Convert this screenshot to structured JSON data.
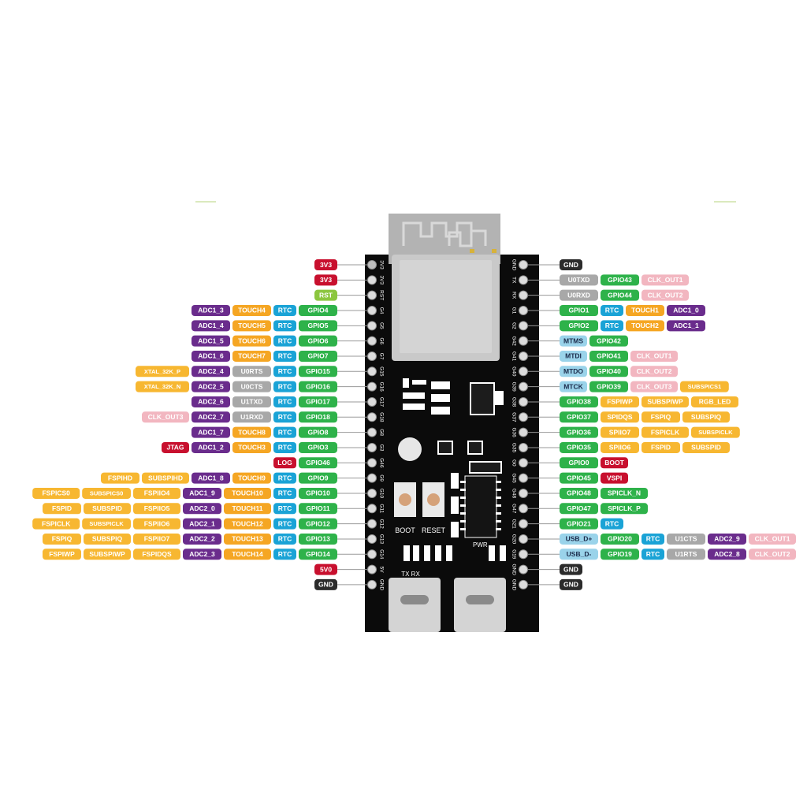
{
  "colors": {
    "purple": "#6a2c8c",
    "orange": "#f5a623",
    "blue": "#1aa3d6",
    "green": "#2eb24a",
    "grey": "#a6a6a6",
    "lightblue": "#9ad3ea",
    "pink": "#f2b6c0",
    "yellow": "#f7b731",
    "red": "#c8102e",
    "lime": "#8cc63f",
    "black": "#2b2b2b",
    "board": "#0b0b0b",
    "module": "#c9c9c9",
    "pin": "#d9d9d9"
  },
  "board": {
    "silk_left": [
      "3V3",
      "3V3",
      "RST",
      "G4",
      "G5",
      "G6",
      "G7",
      "G15",
      "G16",
      "G17",
      "G18",
      "G8",
      "G3",
      "G46",
      "G9",
      "G10",
      "G11",
      "G12",
      "G13",
      "G14",
      "5V",
      "GND"
    ],
    "silk_right": [
      "GND",
      "TX",
      "RX",
      "G1",
      "G2",
      "G42",
      "G41",
      "G40",
      "G39",
      "G38",
      "G37",
      "G36",
      "G35",
      "G0",
      "G45",
      "G48",
      "G47",
      "G21",
      "G20",
      "G19",
      "GND",
      "GND"
    ],
    "boot_label": "BOOT",
    "reset_label": "RESET",
    "pwr_label": "PWR",
    "txrx_label": "TX RX"
  },
  "left_rows": [
    [
      [
        "3V3",
        "red"
      ]
    ],
    [
      [
        "3V3",
        "red"
      ]
    ],
    [
      [
        "RST",
        "lime"
      ]
    ],
    [
      [
        "GPIO4",
        "green"
      ],
      [
        "RTC",
        "blue"
      ],
      [
        "TOUCH4",
        "orange"
      ],
      [
        "ADC1_3",
        "purple"
      ]
    ],
    [
      [
        "GPIO5",
        "green"
      ],
      [
        "RTC",
        "blue"
      ],
      [
        "TOUCH5",
        "orange"
      ],
      [
        "ADC1_4",
        "purple"
      ]
    ],
    [
      [
        "GPIO6",
        "green"
      ],
      [
        "RTC",
        "blue"
      ],
      [
        "TOUCH6",
        "orange"
      ],
      [
        "ADC1_5",
        "purple"
      ]
    ],
    [
      [
        "GPIO7",
        "green"
      ],
      [
        "RTC",
        "blue"
      ],
      [
        "TOUCH7",
        "orange"
      ],
      [
        "ADC1_6",
        "purple"
      ]
    ],
    [
      [
        "GPIO15",
        "green"
      ],
      [
        "RTC",
        "blue"
      ],
      [
        "U0RTS",
        "grey"
      ],
      [
        "ADC2_4",
        "purple"
      ],
      [
        "XTAL_32K_P",
        "yellow"
      ]
    ],
    [
      [
        "GPIO16",
        "green"
      ],
      [
        "RTC",
        "blue"
      ],
      [
        "U0CTS",
        "grey"
      ],
      [
        "ADC2_5",
        "purple"
      ],
      [
        "XTAL_32K_N",
        "yellow"
      ]
    ],
    [
      [
        "GPIO17",
        "green"
      ],
      [
        "RTC",
        "blue"
      ],
      [
        "U1TXD",
        "grey"
      ],
      [
        "ADC2_6",
        "purple"
      ]
    ],
    [
      [
        "GPIO18",
        "green"
      ],
      [
        "RTC",
        "blue"
      ],
      [
        "U1RXD",
        "grey"
      ],
      [
        "ADC2_7",
        "purple"
      ],
      [
        "CLK_OUT3",
        "pink"
      ]
    ],
    [
      [
        "GPIO8",
        "green"
      ],
      [
        "RTC",
        "blue"
      ],
      [
        "TOUCH8",
        "orange"
      ],
      [
        "ADC1_7",
        "purple"
      ]
    ],
    [
      [
        "GPIO3",
        "green"
      ],
      [
        "RTC",
        "blue"
      ],
      [
        "TOUCH3",
        "orange"
      ],
      [
        "ADC1_2",
        "purple"
      ],
      [
        "JTAG",
        "red"
      ]
    ],
    [
      [
        "GPIO46",
        "green"
      ],
      [
        "LOG",
        "red"
      ]
    ],
    [
      [
        "GPIO9",
        "green"
      ],
      [
        "RTC",
        "blue"
      ],
      [
        "TOUCH9",
        "orange"
      ],
      [
        "ADC1_8",
        "purple"
      ],
      [
        "SUBSPIHD",
        "yellow"
      ],
      [
        "FSPIHD",
        "yellow"
      ]
    ],
    [
      [
        "GPIO10",
        "green"
      ],
      [
        "RTC",
        "blue"
      ],
      [
        "TOUCH10",
        "orange"
      ],
      [
        "ADC1_9",
        "purple"
      ],
      [
        "FSPIIO4",
        "yellow"
      ],
      [
        "SUBSPICS0",
        "yellow"
      ],
      [
        "FSPICS0",
        "yellow"
      ]
    ],
    [
      [
        "GPIO11",
        "green"
      ],
      [
        "RTC",
        "blue"
      ],
      [
        "TOUCH11",
        "orange"
      ],
      [
        "ADC2_0",
        "purple"
      ],
      [
        "FSPIIO5",
        "yellow"
      ],
      [
        "SUBSPID",
        "yellow"
      ],
      [
        "FSPID",
        "yellow"
      ]
    ],
    [
      [
        "GPIO12",
        "green"
      ],
      [
        "RTC",
        "blue"
      ],
      [
        "TOUCH12",
        "orange"
      ],
      [
        "ADC2_1",
        "purple"
      ],
      [
        "FSPIIO6",
        "yellow"
      ],
      [
        "SUBSPICLK",
        "yellow"
      ],
      [
        "FSPICLK",
        "yellow"
      ]
    ],
    [
      [
        "GPIO13",
        "green"
      ],
      [
        "RTC",
        "blue"
      ],
      [
        "TOUCH13",
        "orange"
      ],
      [
        "ADC2_2",
        "purple"
      ],
      [
        "FSPIIO7",
        "yellow"
      ],
      [
        "SUBSPIQ",
        "yellow"
      ],
      [
        "FSPIQ",
        "yellow"
      ]
    ],
    [
      [
        "GPIO14",
        "green"
      ],
      [
        "RTC",
        "blue"
      ],
      [
        "TOUCH14",
        "orange"
      ],
      [
        "ADC2_3",
        "purple"
      ],
      [
        "FSPIDQS",
        "yellow"
      ],
      [
        "SUBSPIWP",
        "yellow"
      ],
      [
        "FSPIWP",
        "yellow"
      ]
    ],
    [
      [
        "5V0",
        "red"
      ]
    ],
    [
      [
        "GND",
        "black"
      ]
    ]
  ],
  "right_rows": [
    [
      [
        "GND",
        "black"
      ]
    ],
    [
      [
        "U0TXD",
        "grey"
      ],
      [
        "GPIO43",
        "green"
      ],
      [
        "CLK_OUT1",
        "pink"
      ]
    ],
    [
      [
        "U0RXD",
        "grey"
      ],
      [
        "GPIO44",
        "green"
      ],
      [
        "CLK_OUT2",
        "pink"
      ]
    ],
    [
      [
        "GPIO1",
        "green"
      ],
      [
        "RTC",
        "blue"
      ],
      [
        "TOUCH1",
        "orange"
      ],
      [
        "ADC1_0",
        "purple"
      ]
    ],
    [
      [
        "GPIO2",
        "green"
      ],
      [
        "RTC",
        "blue"
      ],
      [
        "TOUCH2",
        "orange"
      ],
      [
        "ADC1_1",
        "purple"
      ]
    ],
    [
      [
        "MTMS",
        "lightblue"
      ],
      [
        "GPIO42",
        "green"
      ]
    ],
    [
      [
        "MTDI",
        "lightblue"
      ],
      [
        "GPIO41",
        "green"
      ],
      [
        "CLK_OUT1",
        "pink"
      ]
    ],
    [
      [
        "MTDO",
        "lightblue"
      ],
      [
        "GPIO40",
        "green"
      ],
      [
        "CLK_OUT2",
        "pink"
      ]
    ],
    [
      [
        "MTCK",
        "lightblue"
      ],
      [
        "GPIO39",
        "green"
      ],
      [
        "CLK_OUT3",
        "pink"
      ],
      [
        "SUBSPICS1",
        "yellow"
      ]
    ],
    [
      [
        "GPIO38",
        "green"
      ],
      [
        "FSPIWP",
        "yellow"
      ],
      [
        "SUBSPIWP",
        "yellow"
      ],
      [
        "RGB_LED",
        "yellow"
      ]
    ],
    [
      [
        "GPIO37",
        "green"
      ],
      [
        "SPIDQS",
        "yellow"
      ],
      [
        "FSPIQ",
        "yellow"
      ],
      [
        "SUBSPIQ",
        "yellow"
      ]
    ],
    [
      [
        "GPIO36",
        "green"
      ],
      [
        "SPIIO7",
        "yellow"
      ],
      [
        "FSPICLK",
        "yellow"
      ],
      [
        "SUBSPICLK",
        "yellow"
      ]
    ],
    [
      [
        "GPIO35",
        "green"
      ],
      [
        "SPIIO6",
        "yellow"
      ],
      [
        "FSPID",
        "yellow"
      ],
      [
        "SUBSPID",
        "yellow"
      ]
    ],
    [
      [
        "GPIO0",
        "green"
      ],
      [
        "BOOT",
        "red"
      ]
    ],
    [
      [
        "GPIO45",
        "green"
      ],
      [
        "VSPI",
        "red"
      ]
    ],
    [
      [
        "GPIO48",
        "green"
      ],
      [
        "SPICLK_N",
        "green"
      ]
    ],
    [
      [
        "GPIO47",
        "green"
      ],
      [
        "SPICLK_P",
        "green"
      ]
    ],
    [
      [
        "GPIO21",
        "green"
      ],
      [
        "RTC",
        "blue"
      ]
    ],
    [
      [
        "USB_D+",
        "lightblue"
      ],
      [
        "GPIO20",
        "green"
      ],
      [
        "RTC",
        "blue"
      ],
      [
        "U1CTS",
        "grey"
      ],
      [
        "ADC2_9",
        "purple"
      ],
      [
        "CLK_OUT1",
        "pink"
      ]
    ],
    [
      [
        "USB_D-",
        "lightblue"
      ],
      [
        "GPIO19",
        "green"
      ],
      [
        "RTC",
        "blue"
      ],
      [
        "U1RTS",
        "grey"
      ],
      [
        "ADC2_8",
        "purple"
      ],
      [
        "CLK_OUT2",
        "pink"
      ]
    ],
    [
      [
        "GND",
        "black"
      ]
    ],
    [
      [
        "GND",
        "black"
      ]
    ]
  ]
}
